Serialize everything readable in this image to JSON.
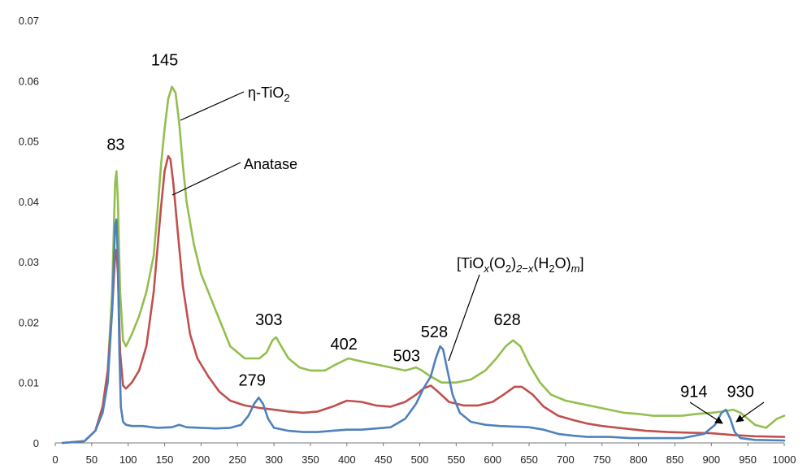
{
  "chart_data": {
    "type": "line",
    "title": "",
    "xlabel": "",
    "ylabel": "",
    "xlim": [
      0,
      1000
    ],
    "ylim": [
      0,
      0.07
    ],
    "grid": false,
    "x_ticks": [
      "0",
      "50",
      "100",
      "150",
      "200",
      "250",
      "300",
      "350",
      "400",
      "450",
      "500",
      "550",
      "600",
      "650",
      "700",
      "750",
      "800",
      "850",
      "900",
      "950",
      "1000"
    ],
    "y_ticks": [
      "0",
      "0.01",
      "0.02",
      "0.03",
      "0.04",
      "0.05",
      "0.06",
      "0.07"
    ],
    "series": [
      {
        "color": "#93bf4f",
        "label": "η-TiO",
        "label_sub": "2",
        "points": [
          [
            10,
            0
          ],
          [
            40,
            0.0003
          ],
          [
            55,
            0.002
          ],
          [
            65,
            0.006
          ],
          [
            72,
            0.012
          ],
          [
            78,
            0.025
          ],
          [
            82,
            0.043
          ],
          [
            84,
            0.045
          ],
          [
            86,
            0.04
          ],
          [
            89,
            0.025
          ],
          [
            93,
            0.017
          ],
          [
            97,
            0.016
          ],
          [
            105,
            0.018
          ],
          [
            115,
            0.021
          ],
          [
            125,
            0.025
          ],
          [
            135,
            0.031
          ],
          [
            140,
            0.038
          ],
          [
            145,
            0.046
          ],
          [
            150,
            0.052
          ],
          [
            155,
            0.057
          ],
          [
            160,
            0.059
          ],
          [
            165,
            0.058
          ],
          [
            170,
            0.053
          ],
          [
            175,
            0.046
          ],
          [
            180,
            0.04
          ],
          [
            190,
            0.033
          ],
          [
            200,
            0.028
          ],
          [
            210,
            0.025
          ],
          [
            220,
            0.022
          ],
          [
            230,
            0.019
          ],
          [
            240,
            0.016
          ],
          [
            250,
            0.015
          ],
          [
            260,
            0.014
          ],
          [
            270,
            0.014
          ],
          [
            280,
            0.014
          ],
          [
            290,
            0.015
          ],
          [
            298,
            0.017
          ],
          [
            303,
            0.0175
          ],
          [
            310,
            0.016
          ],
          [
            320,
            0.014
          ],
          [
            335,
            0.0125
          ],
          [
            350,
            0.012
          ],
          [
            370,
            0.012
          ],
          [
            385,
            0.013
          ],
          [
            402,
            0.014
          ],
          [
            420,
            0.0135
          ],
          [
            440,
            0.013
          ],
          [
            460,
            0.0125
          ],
          [
            480,
            0.012
          ],
          [
            495,
            0.0125
          ],
          [
            503,
            0.012
          ],
          [
            515,
            0.011
          ],
          [
            530,
            0.01
          ],
          [
            550,
            0.01
          ],
          [
            570,
            0.0105
          ],
          [
            590,
            0.012
          ],
          [
            605,
            0.014
          ],
          [
            618,
            0.016
          ],
          [
            628,
            0.017
          ],
          [
            638,
            0.016
          ],
          [
            650,
            0.013
          ],
          [
            665,
            0.01
          ],
          [
            680,
            0.008
          ],
          [
            700,
            0.007
          ],
          [
            720,
            0.0065
          ],
          [
            740,
            0.006
          ],
          [
            760,
            0.0055
          ],
          [
            780,
            0.005
          ],
          [
            800,
            0.0048
          ],
          [
            820,
            0.0045
          ],
          [
            840,
            0.0045
          ],
          [
            860,
            0.0045
          ],
          [
            880,
            0.0048
          ],
          [
            900,
            0.005
          ],
          [
            915,
            0.0052
          ],
          [
            930,
            0.0055
          ],
          [
            940,
            0.005
          ],
          [
            950,
            0.004
          ],
          [
            960,
            0.003
          ],
          [
            975,
            0.0025
          ],
          [
            990,
            0.004
          ],
          [
            1000,
            0.0045
          ]
        ]
      },
      {
        "color": "#c0504d",
        "label": "Anatase",
        "label_sub": "",
        "points": [
          [
            10,
            0
          ],
          [
            40,
            0.0003
          ],
          [
            55,
            0.002
          ],
          [
            65,
            0.006
          ],
          [
            72,
            0.012
          ],
          [
            78,
            0.022
          ],
          [
            82,
            0.031
          ],
          [
            84,
            0.032
          ],
          [
            86,
            0.028
          ],
          [
            89,
            0.015
          ],
          [
            93,
            0.0095
          ],
          [
            97,
            0.009
          ],
          [
            105,
            0.01
          ],
          [
            115,
            0.012
          ],
          [
            125,
            0.016
          ],
          [
            135,
            0.025
          ],
          [
            140,
            0.032
          ],
          [
            145,
            0.039
          ],
          [
            150,
            0.045
          ],
          [
            155,
            0.0475
          ],
          [
            158,
            0.047
          ],
          [
            162,
            0.043
          ],
          [
            168,
            0.035
          ],
          [
            175,
            0.026
          ],
          [
            185,
            0.018
          ],
          [
            195,
            0.014
          ],
          [
            210,
            0.011
          ],
          [
            225,
            0.0085
          ],
          [
            240,
            0.007
          ],
          [
            260,
            0.0062
          ],
          [
            280,
            0.0058
          ],
          [
            300,
            0.0055
          ],
          [
            320,
            0.0052
          ],
          [
            340,
            0.005
          ],
          [
            360,
            0.0052
          ],
          [
            380,
            0.006
          ],
          [
            400,
            0.007
          ],
          [
            420,
            0.0068
          ],
          [
            440,
            0.0062
          ],
          [
            460,
            0.006
          ],
          [
            480,
            0.0068
          ],
          [
            495,
            0.008
          ],
          [
            505,
            0.009
          ],
          [
            515,
            0.0095
          ],
          [
            525,
            0.0085
          ],
          [
            540,
            0.0068
          ],
          [
            560,
            0.0062
          ],
          [
            580,
            0.0062
          ],
          [
            600,
            0.0068
          ],
          [
            615,
            0.008
          ],
          [
            630,
            0.0093
          ],
          [
            640,
            0.0093
          ],
          [
            655,
            0.008
          ],
          [
            670,
            0.006
          ],
          [
            690,
            0.0045
          ],
          [
            710,
            0.0038
          ],
          [
            730,
            0.0032
          ],
          [
            750,
            0.0028
          ],
          [
            780,
            0.0024
          ],
          [
            810,
            0.002
          ],
          [
            840,
            0.0018
          ],
          [
            870,
            0.0017
          ],
          [
            900,
            0.0016
          ],
          [
            930,
            0.0013
          ],
          [
            960,
            0.0011
          ],
          [
            1000,
            0.001
          ]
        ]
      },
      {
        "color": "#4f81bd",
        "label": "[TiO",
        "label_sub": "",
        "points": [
          [
            10,
            0
          ],
          [
            40,
            0.0003
          ],
          [
            55,
            0.002
          ],
          [
            65,
            0.005
          ],
          [
            72,
            0.01
          ],
          [
            78,
            0.022
          ],
          [
            82,
            0.036
          ],
          [
            84,
            0.037
          ],
          [
            86,
            0.03
          ],
          [
            88,
            0.015
          ],
          [
            90,
            0.006
          ],
          [
            93,
            0.0035
          ],
          [
            97,
            0.003
          ],
          [
            105,
            0.0028
          ],
          [
            120,
            0.0028
          ],
          [
            140,
            0.0025
          ],
          [
            160,
            0.0026
          ],
          [
            170,
            0.003
          ],
          [
            180,
            0.0026
          ],
          [
            200,
            0.0025
          ],
          [
            220,
            0.0024
          ],
          [
            240,
            0.0025
          ],
          [
            255,
            0.003
          ],
          [
            265,
            0.0045
          ],
          [
            273,
            0.0065
          ],
          [
            279,
            0.0075
          ],
          [
            285,
            0.0065
          ],
          [
            292,
            0.004
          ],
          [
            300,
            0.0025
          ],
          [
            320,
            0.002
          ],
          [
            340,
            0.0018
          ],
          [
            360,
            0.0018
          ],
          [
            380,
            0.002
          ],
          [
            400,
            0.0022
          ],
          [
            420,
            0.0022
          ],
          [
            440,
            0.0024
          ],
          [
            460,
            0.0026
          ],
          [
            480,
            0.004
          ],
          [
            495,
            0.0065
          ],
          [
            505,
            0.009
          ],
          [
            515,
            0.011
          ],
          [
            522,
            0.014
          ],
          [
            528,
            0.016
          ],
          [
            532,
            0.0155
          ],
          [
            538,
            0.012
          ],
          [
            545,
            0.008
          ],
          [
            555,
            0.005
          ],
          [
            570,
            0.0035
          ],
          [
            590,
            0.003
          ],
          [
            610,
            0.0028
          ],
          [
            630,
            0.0027
          ],
          [
            650,
            0.0026
          ],
          [
            670,
            0.0022
          ],
          [
            690,
            0.0015
          ],
          [
            710,
            0.0012
          ],
          [
            730,
            0.001
          ],
          [
            760,
            0.001
          ],
          [
            790,
            0.0008
          ],
          [
            820,
            0.0008
          ],
          [
            860,
            0.0008
          ],
          [
            890,
            0.0015
          ],
          [
            905,
            0.003
          ],
          [
            914,
            0.005
          ],
          [
            920,
            0.0055
          ],
          [
            926,
            0.004
          ],
          [
            932,
            0.0018
          ],
          [
            940,
            0.0008
          ],
          [
            960,
            0.0005
          ],
          [
            1000,
            0.0004
          ]
        ]
      }
    ],
    "peak_labels": [
      {
        "text": "83",
        "x": 83,
        "y": 0.0485
      },
      {
        "text": "145",
        "x": 150,
        "y": 0.0625
      },
      {
        "text": "303",
        "x": 293,
        "y": 0.0195
      },
      {
        "text": "402",
        "x": 396,
        "y": 0.0155
      },
      {
        "text": "503",
        "x": 482,
        "y": 0.0135
      },
      {
        "text": "528",
        "x": 520,
        "y": 0.0175
      },
      {
        "text": "628",
        "x": 620,
        "y": 0.0195
      },
      {
        "text": "279",
        "x": 270,
        "y": 0.0095
      },
      {
        "text": "914",
        "x": 876,
        "y": 0.0076
      },
      {
        "text": "930",
        "x": 940,
        "y": 0.0076
      }
    ],
    "formula_label": {
      "parts": [
        "[TiO",
        "x",
        "(O",
        "2",
        ")",
        "2−x",
        "(H",
        "2",
        "O)",
        "m",
        "]"
      ]
    }
  }
}
